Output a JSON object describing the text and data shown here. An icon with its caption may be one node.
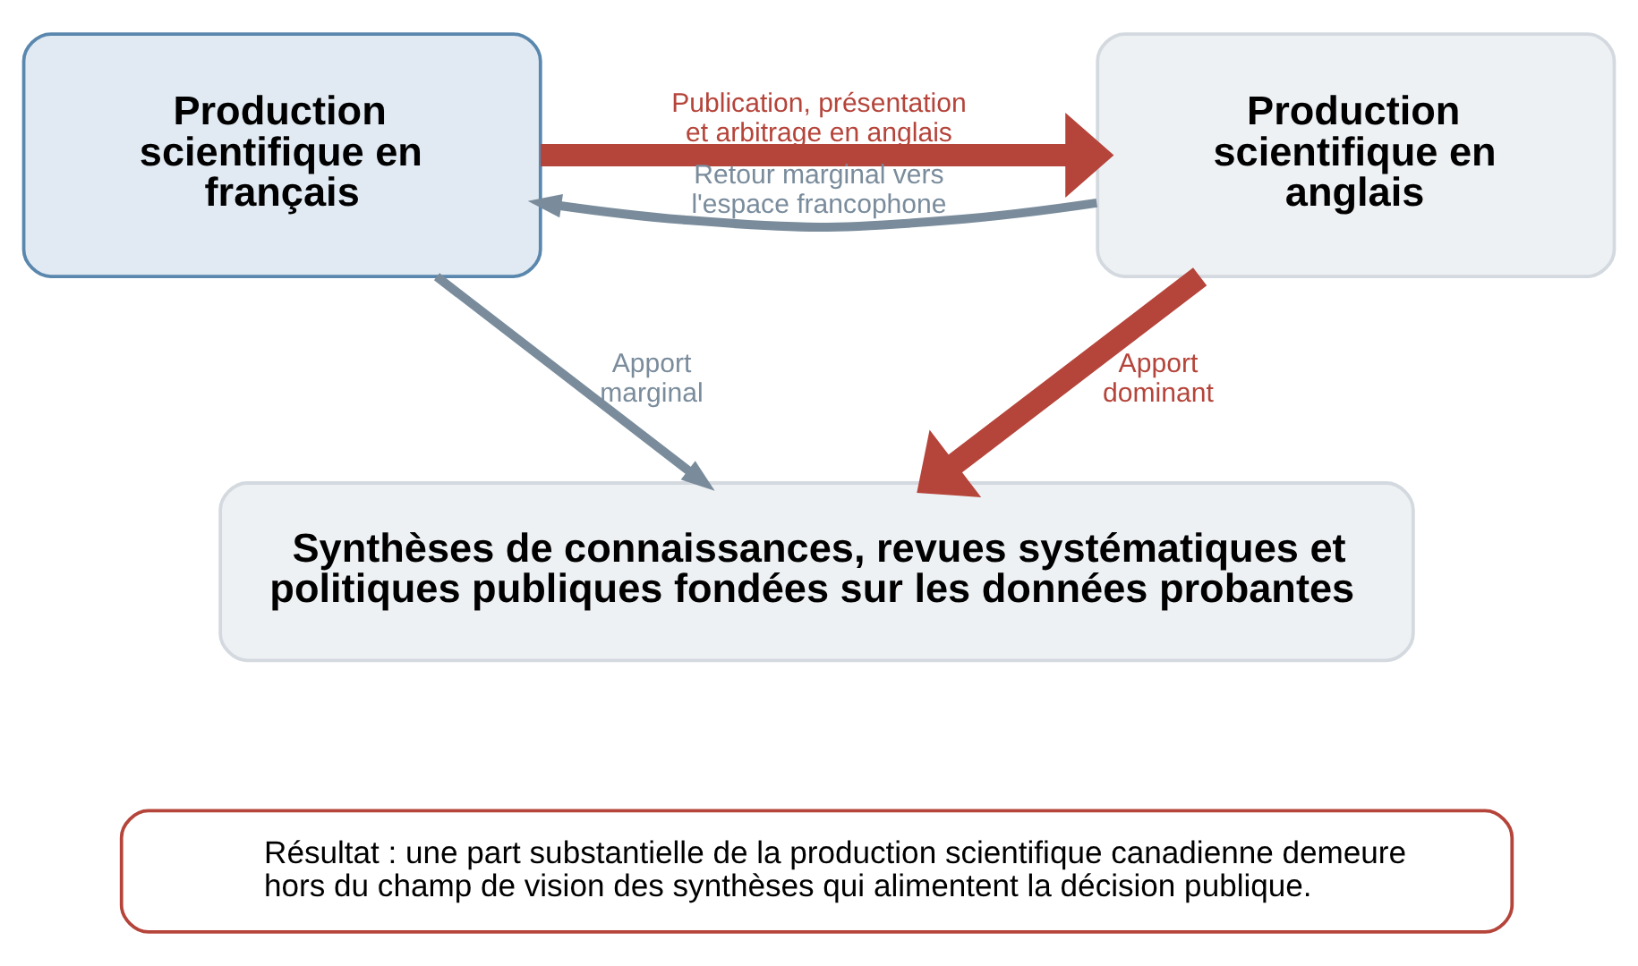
{
  "diagram": {
    "nodes": [
      {
        "text": [
          "Production scientifique en français"
        ]
      },
      {
        "text": [
          "Production scientifique en anglais"
        ]
      },
      {
        "text": [
          "Synthèses de connaissances, revues systématiques et politiques publiques fondées sur les données probantes"
        ]
      },
      {
        "text": [
          "Résultat : une part substantielle de la production scientifique canadienne demeure hors du champ de vision des synthèses qui alimentent la décision publique."
        ]
      }
    ],
    "edges": [
      {
        "from": 0,
        "to": 1,
        "arrow": "to",
        "label": "Publication, présentation et arbitrage en anglais",
        "style": "thick",
        "color": "#b5443a"
      },
      {
        "from": 1,
        "to": 0,
        "arrow": "to",
        "label": "Retour marginal vers l'espace francophone",
        "color": "#7a8c9c"
      },
      {
        "from": 0,
        "to": 2,
        "arrow": "to",
        "label": "Apport marginal",
        "color": "#7a8c9c"
      },
      {
        "from": 1,
        "to": 2,
        "arrow": "to",
        "label": "Apport dominant",
        "style": "thick",
        "color": "#b5443a"
      }
    ]
  }
}
